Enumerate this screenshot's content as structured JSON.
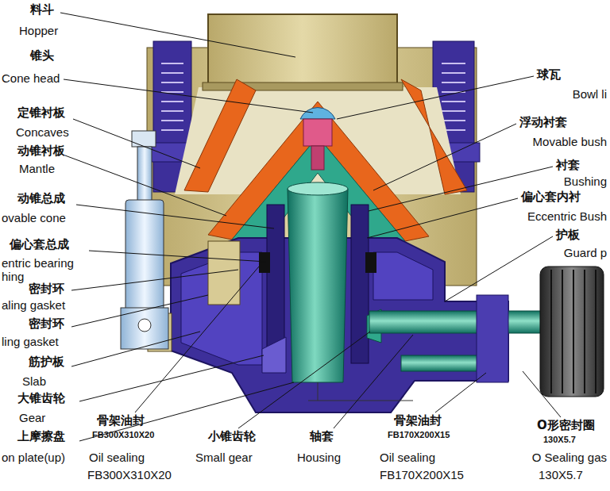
{
  "diagram": {
    "labels": [
      "料斗",
      "Hopper",
      "锥头",
      "Cone head",
      "定锥衬板",
      "Concaves",
      "动锥衬板",
      "Mantle",
      "动锥总成",
      "ovable cone",
      "偏心套总成",
      "entric bearing",
      "hing",
      "密封环",
      "aling gasket",
      "密封环",
      "ling gasket",
      "筋护板",
      "Slab",
      "大锥齿轮",
      "Gear",
      "上摩擦盘",
      "on plate(up)",
      "骨架油封",
      "FB300X310X20",
      "Oil sealing",
      "FB300X310X20",
      "小锥齿轮",
      "Small gear",
      "轴套",
      "Housing",
      "骨架油封",
      "FB170X200X15",
      "Oil sealing",
      "FB170X200X15",
      "O形密封圈",
      "130X5.7",
      "O Sealing gas",
      "130X5.7",
      "球瓦",
      "Bowl li",
      "浮动衬套",
      "Movable bush",
      "衬套",
      "Bushing",
      "偏心套内衬",
      "Eccentric Bush",
      "护板",
      "Guard p"
    ]
  }
}
